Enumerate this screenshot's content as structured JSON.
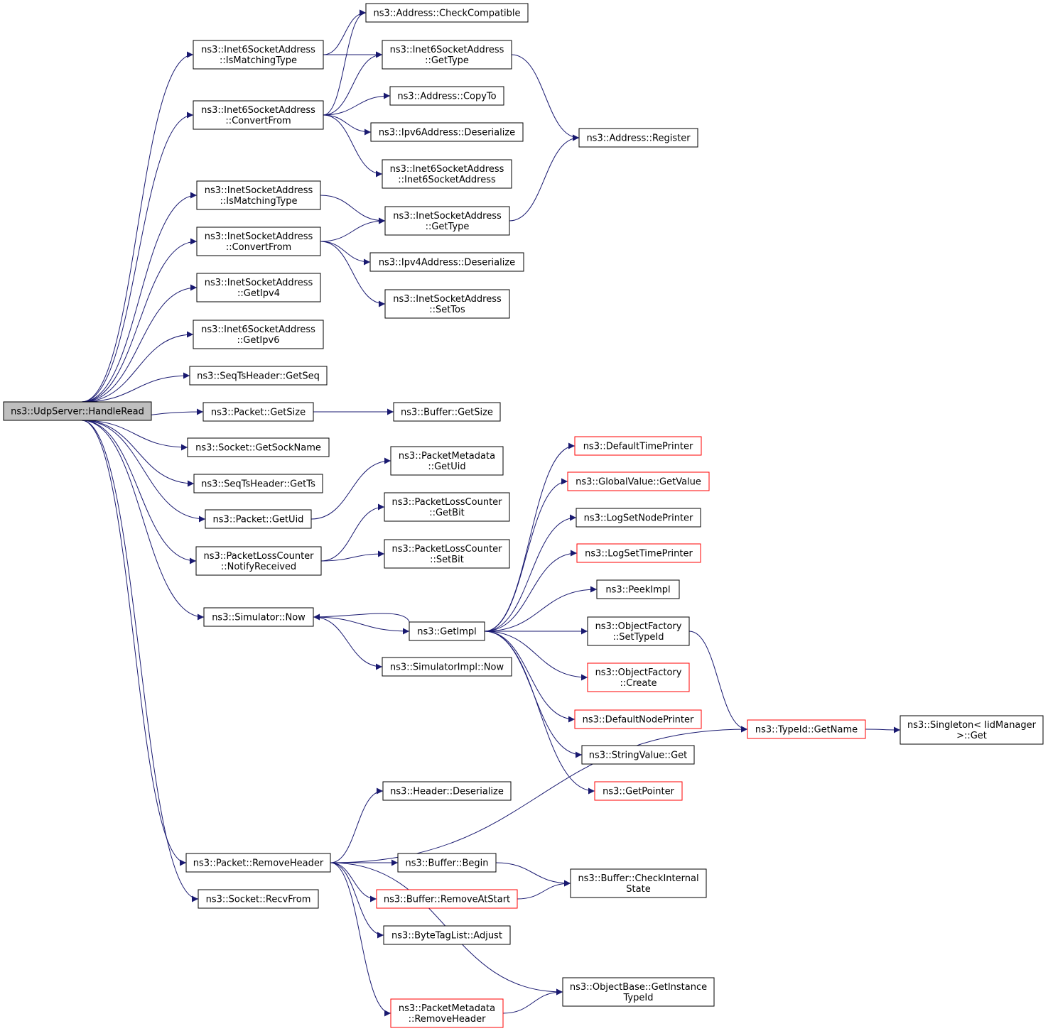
{
  "nodes": [
    {
      "id": "root",
      "lines": [
        "ns3::UdpServer::HandleRead"
      ],
      "style": "root"
    },
    {
      "id": "i6_ismatch",
      "lines": [
        "ns3::Inet6SocketAddress",
        "::IsMatchingType"
      ],
      "style": "normal"
    },
    {
      "id": "i6_convert",
      "lines": [
        "ns3::Inet6SocketAddress",
        "::ConvertFrom"
      ],
      "style": "normal"
    },
    {
      "id": "i4_ismatch",
      "lines": [
        "ns3::InetSocketAddress",
        "::IsMatchingType"
      ],
      "style": "normal"
    },
    {
      "id": "i4_convert",
      "lines": [
        "ns3::InetSocketAddress",
        "::ConvertFrom"
      ],
      "style": "normal"
    },
    {
      "id": "i4_getipv4",
      "lines": [
        "ns3::InetSocketAddress",
        "::GetIpv4"
      ],
      "style": "normal"
    },
    {
      "id": "i6_getipv6",
      "lines": [
        "ns3::Inet6SocketAddress",
        "::GetIpv6"
      ],
      "style": "normal"
    },
    {
      "id": "seq_getseq",
      "lines": [
        "ns3::SeqTsHeader::GetSeq"
      ],
      "style": "normal"
    },
    {
      "id": "pkt_getsize",
      "lines": [
        "ns3::Packet::GetSize"
      ],
      "style": "normal"
    },
    {
      "id": "sock_getsockname",
      "lines": [
        "ns3::Socket::GetSockName"
      ],
      "style": "normal"
    },
    {
      "id": "seq_getts",
      "lines": [
        "ns3::SeqTsHeader::GetTs"
      ],
      "style": "normal"
    },
    {
      "id": "pkt_getuid",
      "lines": [
        "ns3::Packet::GetUid"
      ],
      "style": "normal"
    },
    {
      "id": "plc_notify",
      "lines": [
        "ns3::PacketLossCounter",
        "::NotifyReceived"
      ],
      "style": "normal"
    },
    {
      "id": "sim_now",
      "lines": [
        "ns3::Simulator::Now"
      ],
      "style": "normal"
    },
    {
      "id": "pkt_removeheader",
      "lines": [
        "ns3::Packet::RemoveHeader"
      ],
      "style": "normal"
    },
    {
      "id": "sock_recvfrom",
      "lines": [
        "ns3::Socket::RecvFrom"
      ],
      "style": "normal"
    },
    {
      "id": "addr_checkcompat",
      "lines": [
        "ns3::Address::CheckCompatible"
      ],
      "style": "normal"
    },
    {
      "id": "i6_gettype",
      "lines": [
        "ns3::Inet6SocketAddress",
        "::GetType"
      ],
      "style": "normal"
    },
    {
      "id": "addr_copyto",
      "lines": [
        "ns3::Address::CopyTo"
      ],
      "style": "normal"
    },
    {
      "id": "ipv6_deser",
      "lines": [
        "ns3::Ipv6Address::Deserialize"
      ],
      "style": "normal"
    },
    {
      "id": "i6_ctor",
      "lines": [
        "ns3::Inet6SocketAddress",
        "::Inet6SocketAddress"
      ],
      "style": "normal"
    },
    {
      "id": "i4_gettype",
      "lines": [
        "ns3::InetSocketAddress",
        "::GetType"
      ],
      "style": "normal"
    },
    {
      "id": "ipv4_deser",
      "lines": [
        "ns3::Ipv4Address::Deserialize"
      ],
      "style": "normal"
    },
    {
      "id": "i4_settos",
      "lines": [
        "ns3::InetSocketAddress",
        "::SetTos"
      ],
      "style": "normal"
    },
    {
      "id": "buf_getsize",
      "lines": [
        "ns3::Buffer::GetSize"
      ],
      "style": "normal"
    },
    {
      "id": "pmd_getuid",
      "lines": [
        "ns3::PacketMetadata",
        "::GetUid"
      ],
      "style": "normal"
    },
    {
      "id": "plc_getbit",
      "lines": [
        "ns3::PacketLossCounter",
        "::GetBit"
      ],
      "style": "normal"
    },
    {
      "id": "plc_setbit",
      "lines": [
        "ns3::PacketLossCounter",
        "::SetBit"
      ],
      "style": "normal"
    },
    {
      "id": "getimpl",
      "lines": [
        "ns3::GetImpl"
      ],
      "style": "normal"
    },
    {
      "id": "simimpl_now",
      "lines": [
        "ns3::SimulatorImpl::Now"
      ],
      "style": "normal"
    },
    {
      "id": "hdr_deser",
      "lines": [
        "ns3::Header::Deserialize"
      ],
      "style": "normal"
    },
    {
      "id": "buf_begin",
      "lines": [
        "ns3::Buffer::Begin"
      ],
      "style": "normal"
    },
    {
      "id": "buf_removeatstart",
      "lines": [
        "ns3::Buffer::RemoveAtStart"
      ],
      "style": "red"
    },
    {
      "id": "btl_adjust",
      "lines": [
        "ns3::ByteTagList::Adjust"
      ],
      "style": "normal"
    },
    {
      "id": "pmd_removeheader",
      "lines": [
        "ns3::PacketMetadata",
        "::RemoveHeader"
      ],
      "style": "red"
    },
    {
      "id": "addr_register",
      "lines": [
        "ns3::Address::Register"
      ],
      "style": "normal"
    },
    {
      "id": "def_timeprinter",
      "lines": [
        "ns3::DefaultTimePrinter"
      ],
      "style": "red"
    },
    {
      "id": "gv_getvalue",
      "lines": [
        "ns3::GlobalValue::GetValue"
      ],
      "style": "red"
    },
    {
      "id": "log_setnode",
      "lines": [
        "ns3::LogSetNodePrinter"
      ],
      "style": "normal"
    },
    {
      "id": "log_settime",
      "lines": [
        "ns3::LogSetTimePrinter"
      ],
      "style": "red"
    },
    {
      "id": "peekimpl",
      "lines": [
        "ns3::PeekImpl"
      ],
      "style": "normal"
    },
    {
      "id": "of_settypeid",
      "lines": [
        "ns3::ObjectFactory",
        "::SetTypeId"
      ],
      "style": "normal"
    },
    {
      "id": "of_create",
      "lines": [
        "ns3::ObjectFactory",
        "::Create"
      ],
      "style": "red"
    },
    {
      "id": "def_nodeprinter",
      "lines": [
        "ns3::DefaultNodePrinter"
      ],
      "style": "red"
    },
    {
      "id": "strval_get",
      "lines": [
        "ns3::StringValue::Get"
      ],
      "style": "normal"
    },
    {
      "id": "getpointer",
      "lines": [
        "ns3::GetPointer"
      ],
      "style": "red"
    },
    {
      "id": "buf_checkinternal",
      "lines": [
        "ns3::Buffer::CheckInternal",
        "State"
      ],
      "style": "normal"
    },
    {
      "id": "ob_getinstance",
      "lines": [
        "ns3::ObjectBase::GetInstance",
        "TypeId"
      ],
      "style": "normal"
    },
    {
      "id": "typeid_getname",
      "lines": [
        "ns3::TypeId::GetName"
      ],
      "style": "red"
    },
    {
      "id": "singleton_get",
      "lines": [
        "ns3::Singleton< IidManager",
        " >::Get"
      ],
      "style": "normal"
    }
  ],
  "edges": [
    [
      "root",
      "i6_ismatch"
    ],
    [
      "root",
      "i6_convert"
    ],
    [
      "root",
      "i4_ismatch"
    ],
    [
      "root",
      "i4_convert"
    ],
    [
      "root",
      "i4_getipv4"
    ],
    [
      "root",
      "i6_getipv6"
    ],
    [
      "root",
      "seq_getseq"
    ],
    [
      "root",
      "pkt_getsize"
    ],
    [
      "root",
      "sock_getsockname"
    ],
    [
      "root",
      "seq_getts"
    ],
    [
      "root",
      "pkt_getuid"
    ],
    [
      "root",
      "plc_notify"
    ],
    [
      "root",
      "sim_now"
    ],
    [
      "root",
      "pkt_removeheader"
    ],
    [
      "root",
      "sock_recvfrom"
    ],
    [
      "i6_ismatch",
      "addr_checkcompat"
    ],
    [
      "i6_ismatch",
      "i6_gettype"
    ],
    [
      "i6_convert",
      "addr_checkcompat"
    ],
    [
      "i6_convert",
      "i6_gettype"
    ],
    [
      "i6_convert",
      "addr_copyto"
    ],
    [
      "i6_convert",
      "ipv6_deser"
    ],
    [
      "i6_convert",
      "i6_ctor"
    ],
    [
      "i6_gettype",
      "addr_register"
    ],
    [
      "i4_ismatch",
      "i4_gettype"
    ],
    [
      "i4_convert",
      "i4_gettype"
    ],
    [
      "i4_convert",
      "ipv4_deser"
    ],
    [
      "i4_convert",
      "i4_settos"
    ],
    [
      "i4_gettype",
      "addr_register"
    ],
    [
      "pkt_getsize",
      "buf_getsize"
    ],
    [
      "pkt_getuid",
      "pmd_getuid"
    ],
    [
      "plc_notify",
      "plc_getbit"
    ],
    [
      "plc_notify",
      "plc_setbit"
    ],
    [
      "sim_now",
      "getimpl"
    ],
    [
      "sim_now",
      "simimpl_now"
    ],
    [
      "getimpl",
      "def_timeprinter"
    ],
    [
      "getimpl",
      "gv_getvalue"
    ],
    [
      "getimpl",
      "log_setnode"
    ],
    [
      "getimpl",
      "log_settime"
    ],
    [
      "getimpl",
      "peekimpl"
    ],
    [
      "getimpl",
      "of_settypeid"
    ],
    [
      "getimpl",
      "of_create"
    ],
    [
      "getimpl",
      "def_nodeprinter"
    ],
    [
      "getimpl",
      "strval_get"
    ],
    [
      "getimpl",
      "getpointer"
    ],
    [
      "getimpl",
      "sim_now"
    ],
    [
      "of_settypeid",
      "typeid_getname"
    ],
    [
      "typeid_getname",
      "singleton_get"
    ],
    [
      "pkt_removeheader",
      "hdr_deser"
    ],
    [
      "pkt_removeheader",
      "buf_begin"
    ],
    [
      "pkt_removeheader",
      "buf_removeatstart"
    ],
    [
      "pkt_removeheader",
      "btl_adjust"
    ],
    [
      "pkt_removeheader",
      "ob_getinstance"
    ],
    [
      "pkt_removeheader",
      "pmd_removeheader"
    ],
    [
      "pkt_removeheader",
      "typeid_getname"
    ],
    [
      "buf_begin",
      "buf_checkinternal"
    ],
    [
      "buf_removeatstart",
      "buf_checkinternal"
    ],
    [
      "pmd_removeheader",
      "ob_getinstance"
    ]
  ]
}
